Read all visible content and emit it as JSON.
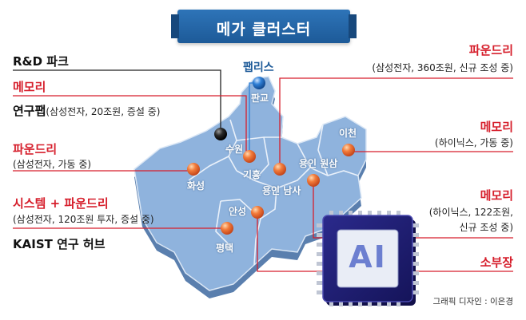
{
  "title": "메가 클러스터",
  "left_labels": {
    "rnd": "R&D 파크",
    "memory_title": "메모리",
    "memory_sub_bold": "연구팹",
    "memory_sub": "(삼성전자, 20조원, 증설 중)",
    "foundry_title": "파운드리",
    "foundry_sub": "(삼성전자, 가동 중)",
    "system_title": "시스템 + 파운드리",
    "system_sub": "(삼성전자, 120조원 투자, 증설 중)",
    "kaist": "KAIST 연구 허브"
  },
  "right_labels": {
    "foundry_title": "파운드리",
    "foundry_sub": "(삼성전자, 360조원, 신규 조성 중)",
    "memory1_title": "메모리",
    "memory1_sub": "(하이닉스, 가동 중)",
    "memory2_title": "메모리",
    "memory2_sub1": "(하이닉스, 122조원,",
    "memory2_sub2": "신규 조성 중)",
    "sobujang": "소부장"
  },
  "pangyo_label": "팹리스",
  "cities": {
    "pangyo": "판교",
    "suwon": "수원",
    "giheung": "기흥",
    "yongin_namsa": "용인 남사",
    "yongin_wonsam": "용인 원삼",
    "icheon": "이천",
    "hwaseong": "화성",
    "anseong": "안성",
    "pyeongtaek": "평택"
  },
  "chip_label": "AI",
  "credit": "그래픽 디자인 : 이은경",
  "colors": {
    "accent_red": "#d61f2c",
    "map_blue": "#8fb3dd",
    "banner_blue": "#2566a8"
  }
}
